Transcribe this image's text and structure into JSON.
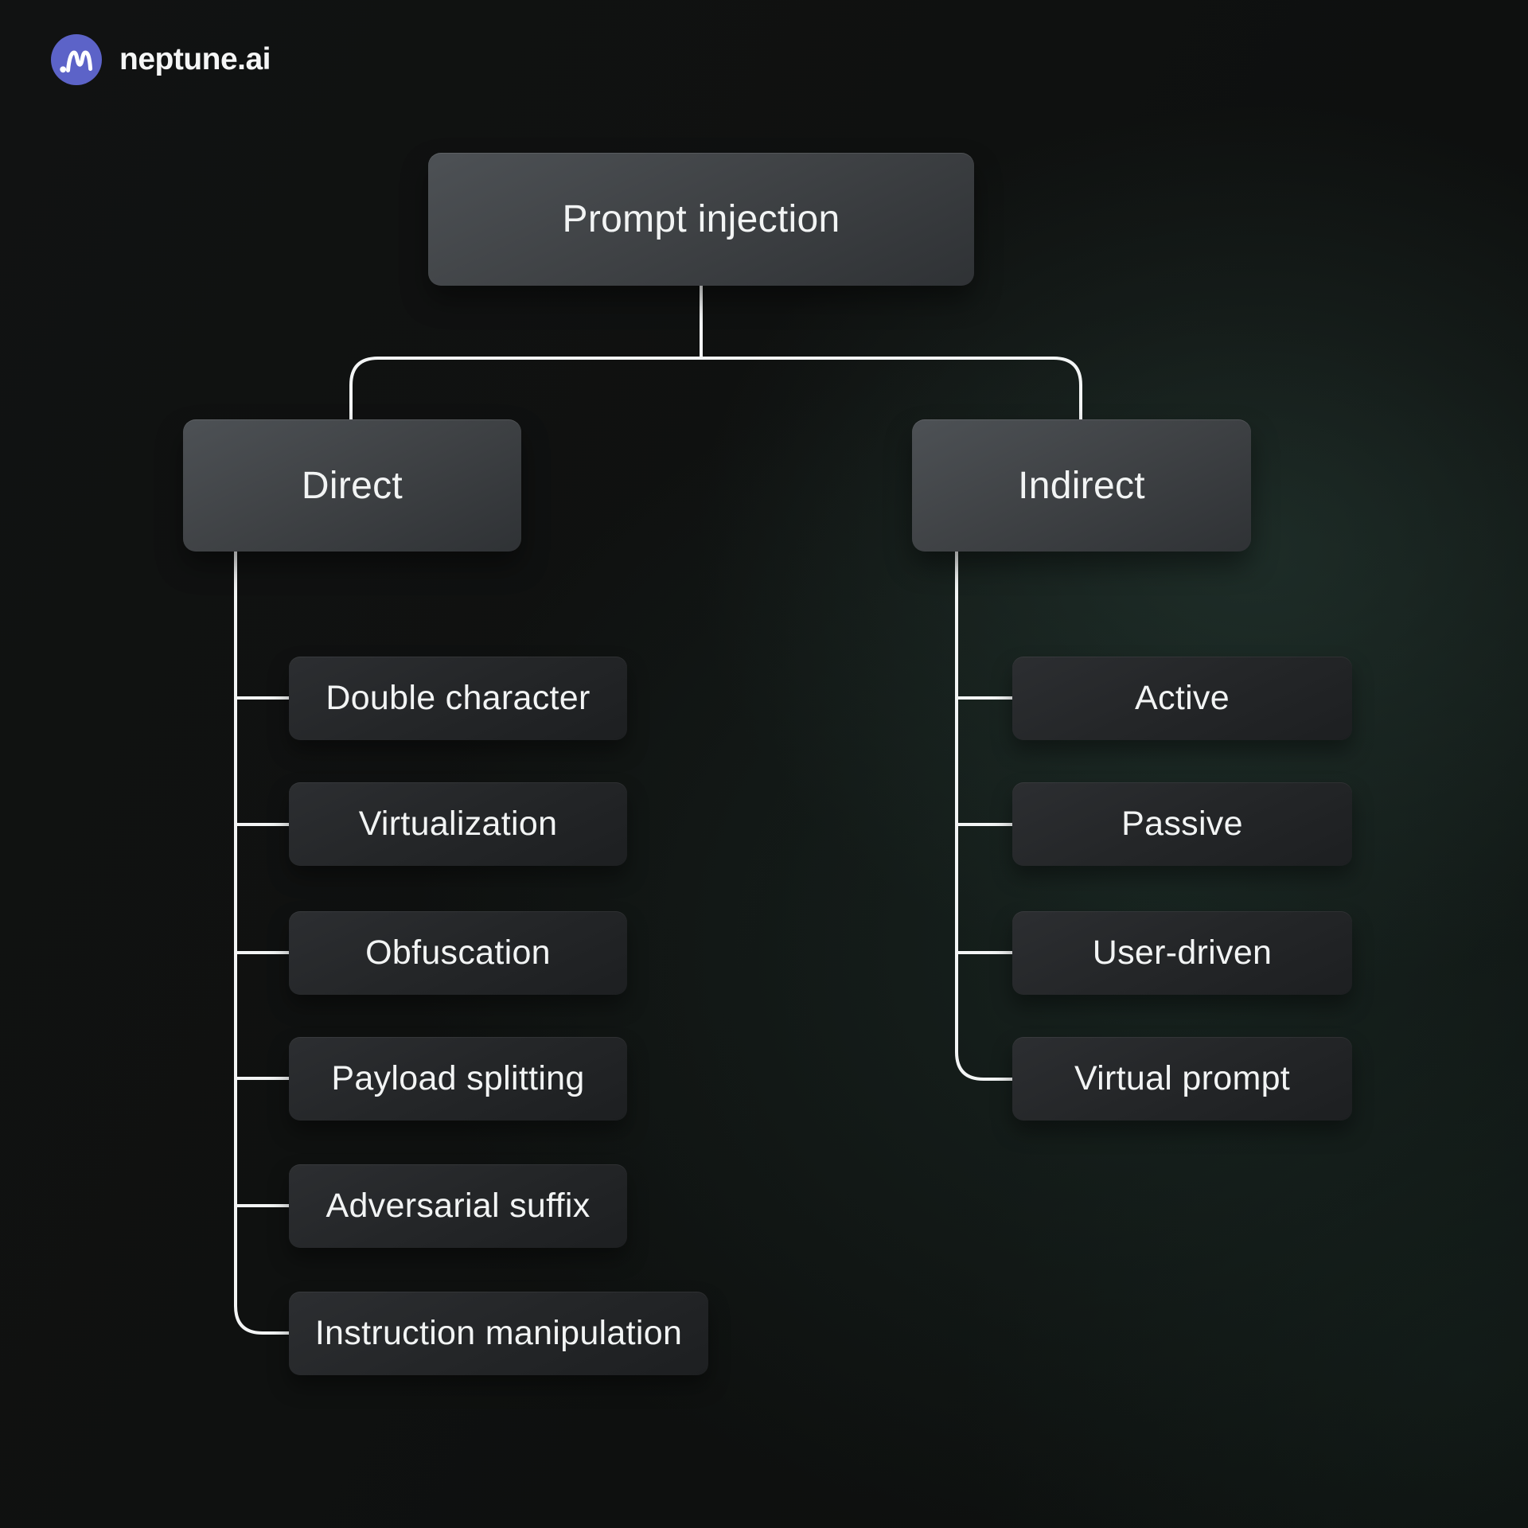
{
  "brand": {
    "name": "neptune.ai",
    "logo_color": "#5c63c8"
  },
  "colors": {
    "background_base": "#0f1110",
    "background_glow": "#2a423a",
    "connector": "#f3f5f5",
    "parent_node_top": "#4d5155",
    "parent_node_bottom": "#2f3235",
    "child_node_top": "#2c2e31",
    "child_node_bottom": "#1d1f21",
    "text": "#f2f4f4"
  },
  "diagram": {
    "root": {
      "label": "Prompt injection"
    },
    "branches": [
      {
        "label": "Direct",
        "children": [
          "Double character",
          "Virtualization",
          "Obfuscation",
          "Payload splitting",
          "Adversarial suffix",
          "Instruction manipulation"
        ]
      },
      {
        "label": "Indirect",
        "children": [
          "Active",
          "Passive",
          "User-driven",
          "Virtual prompt"
        ]
      }
    ]
  }
}
